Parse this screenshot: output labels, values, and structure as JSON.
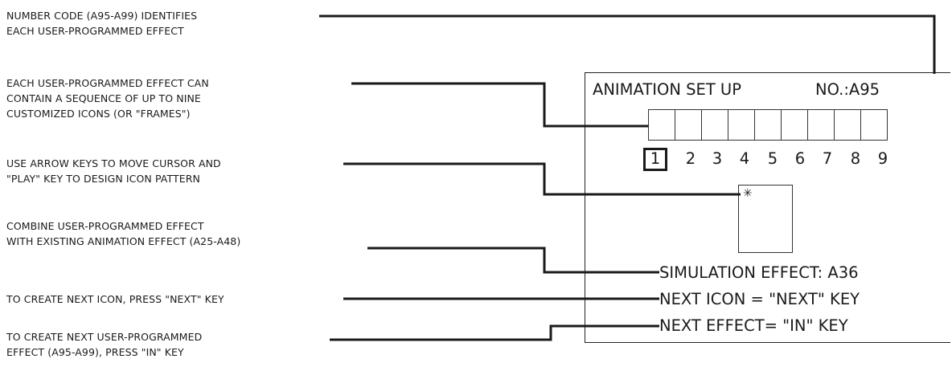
{
  "notes": [
    {
      "lines": [
        "NUMBER CODE (A95-A99) IDENTIFIES",
        "EACH USER-PROGRAMMED EFFECT"
      ]
    },
    {
      "lines": [
        "EACH USER-PROGRAMMED EFFECT CAN",
        "CONTAIN A SEQUENCE OF UP TO NINE",
        "CUSTOMIZED ICONS (OR \"FRAMES\")"
      ]
    },
    {
      "lines": [
        "USE ARROW KEYS TO MOVE CURSOR AND",
        " \"PLAY\" KEY TO DESIGN ICON PATTERN"
      ]
    },
    {
      "lines": [
        "COMBINE USER-PROGRAMMED EFFECT",
        "WITH EXISTING ANIMATION EFFECT (A25-A48)"
      ]
    },
    {
      "lines": [
        "TO CREATE NEXT ICON, PRESS \"NEXT\" KEY"
      ]
    },
    {
      "lines": [
        "TO CREATE NEXT USER-PROGRAMMED",
        "EFFECT (A95-A99), PRESS \"IN\" KEY"
      ]
    }
  ],
  "display": {
    "title": "ANIMATION SET UP",
    "number": "NO.:A95",
    "frame_numbers": [
      "1",
      "2",
      "3",
      "4",
      "5",
      "6",
      "7",
      "8",
      "9"
    ],
    "selected_frame": "1",
    "cursor_symbol": "✳",
    "simulation_effect": "SIMULATION EFFECT: A36",
    "next_icon": "NEXT ICON = \"NEXT\" KEY",
    "next_effect": "NEXT EFFECT= \"IN\" KEY"
  }
}
